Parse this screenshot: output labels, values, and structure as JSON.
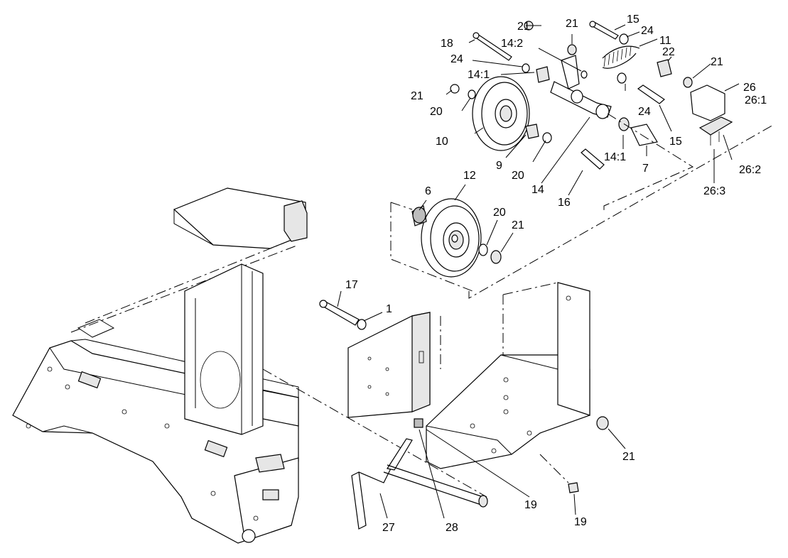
{
  "callouts": [
    {
      "id": "c1",
      "text": "21"
    },
    {
      "id": "c2",
      "text": "21"
    },
    {
      "id": "c3",
      "text": "15"
    },
    {
      "id": "c4",
      "text": "24"
    },
    {
      "id": "c5",
      "text": "11"
    },
    {
      "id": "c6",
      "text": "18"
    },
    {
      "id": "c7",
      "text": "14:2"
    },
    {
      "id": "c8",
      "text": "22"
    },
    {
      "id": "c9",
      "text": "24"
    },
    {
      "id": "c10",
      "text": "21"
    },
    {
      "id": "c11",
      "text": "14:1"
    },
    {
      "id": "c12",
      "text": "26"
    },
    {
      "id": "c13",
      "text": "26:1"
    },
    {
      "id": "c14",
      "text": "21"
    },
    {
      "id": "c15",
      "text": "20"
    },
    {
      "id": "c16",
      "text": "24"
    },
    {
      "id": "c17",
      "text": "15"
    },
    {
      "id": "c18",
      "text": "10"
    },
    {
      "id": "c19",
      "text": "9"
    },
    {
      "id": "c20",
      "text": "14:1"
    },
    {
      "id": "c21",
      "text": "7"
    },
    {
      "id": "c22",
      "text": "20"
    },
    {
      "id": "c23",
      "text": "26:2"
    },
    {
      "id": "c24",
      "text": "14"
    },
    {
      "id": "c25",
      "text": "16"
    },
    {
      "id": "c26",
      "text": "26:3"
    },
    {
      "id": "c27",
      "text": "6"
    },
    {
      "id": "c28",
      "text": "12"
    },
    {
      "id": "c29",
      "text": "20"
    },
    {
      "id": "c30",
      "text": "21"
    },
    {
      "id": "c31",
      "text": "17"
    },
    {
      "id": "c32",
      "text": "1"
    },
    {
      "id": "c33",
      "text": "21"
    },
    {
      "id": "c34",
      "text": "19"
    },
    {
      "id": "c35",
      "text": "19"
    },
    {
      "id": "c36",
      "text": "27"
    },
    {
      "id": "c37",
      "text": "28"
    }
  ]
}
